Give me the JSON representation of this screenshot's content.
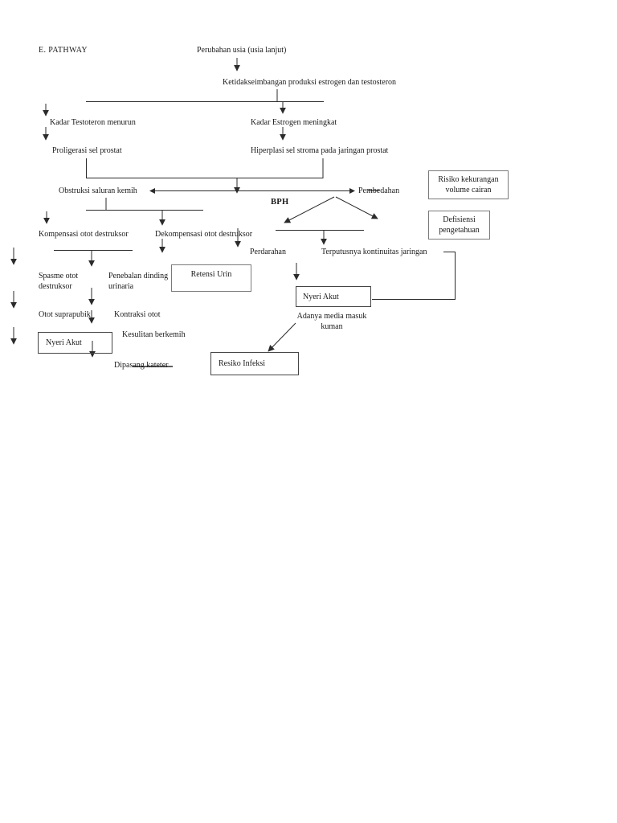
{
  "page": {
    "heading": "E. PATHWAY"
  },
  "diagram": {
    "nodes": {
      "perubahan_usia": "Perubahan usia (usia lanjut)",
      "ketidakseimbangan": "Ketidakseimbangan produksi estrogen dan testosteron",
      "kadar_testoteron": "Kadar Testoteron menurun",
      "kadar_estrogen": "Kadar Estrogen meningkat",
      "proligerasi": "Proligerasi sel prostat",
      "hiperplasi": "Hiperplasi sel stroma pada jaringan prostat",
      "obstruksi": "Obstruksi saluran kemih",
      "bph": "BPH",
      "pembedahan": "Pembedahan",
      "kompensasi": "Kompensasi otot destruksor",
      "dekompensasi": "Dekompensasi otot destruksor",
      "spasme": "Spasme otot destruksor",
      "penebalan": "Penebalan dinding urinaria",
      "perdarahan": "Perdarahan",
      "terputusnya": "Terputusnya kontinuitas jaringan",
      "otot_suprapubik": "Otot suprapubik",
      "kontraksi_otot": "Kontraksi otot",
      "kesulitan_berkemih": "Kesulitan berkemih",
      "dipasang_kateter": "Dipasang kateter",
      "adanya_media": "Adanya media masuk kuman"
    },
    "boxes": {
      "retensi_urin": "Retensi Urin",
      "risiko_kekurangan": "Risiko kekurangan volume cairan",
      "defisiensi": "Defisiensi pengetahuan",
      "nyeri_akut_left": "Nyeri Akut",
      "nyeri_akut_right": "Nyeri Akut",
      "resiko_infeksi": "Resiko Infeksi"
    },
    "colors": {
      "background": "#ffffff",
      "text": "#1a1a1a",
      "line": "#2b2b2b",
      "box_border_gray": "#7a7a7a",
      "box_border_dark": "#454545"
    }
  }
}
